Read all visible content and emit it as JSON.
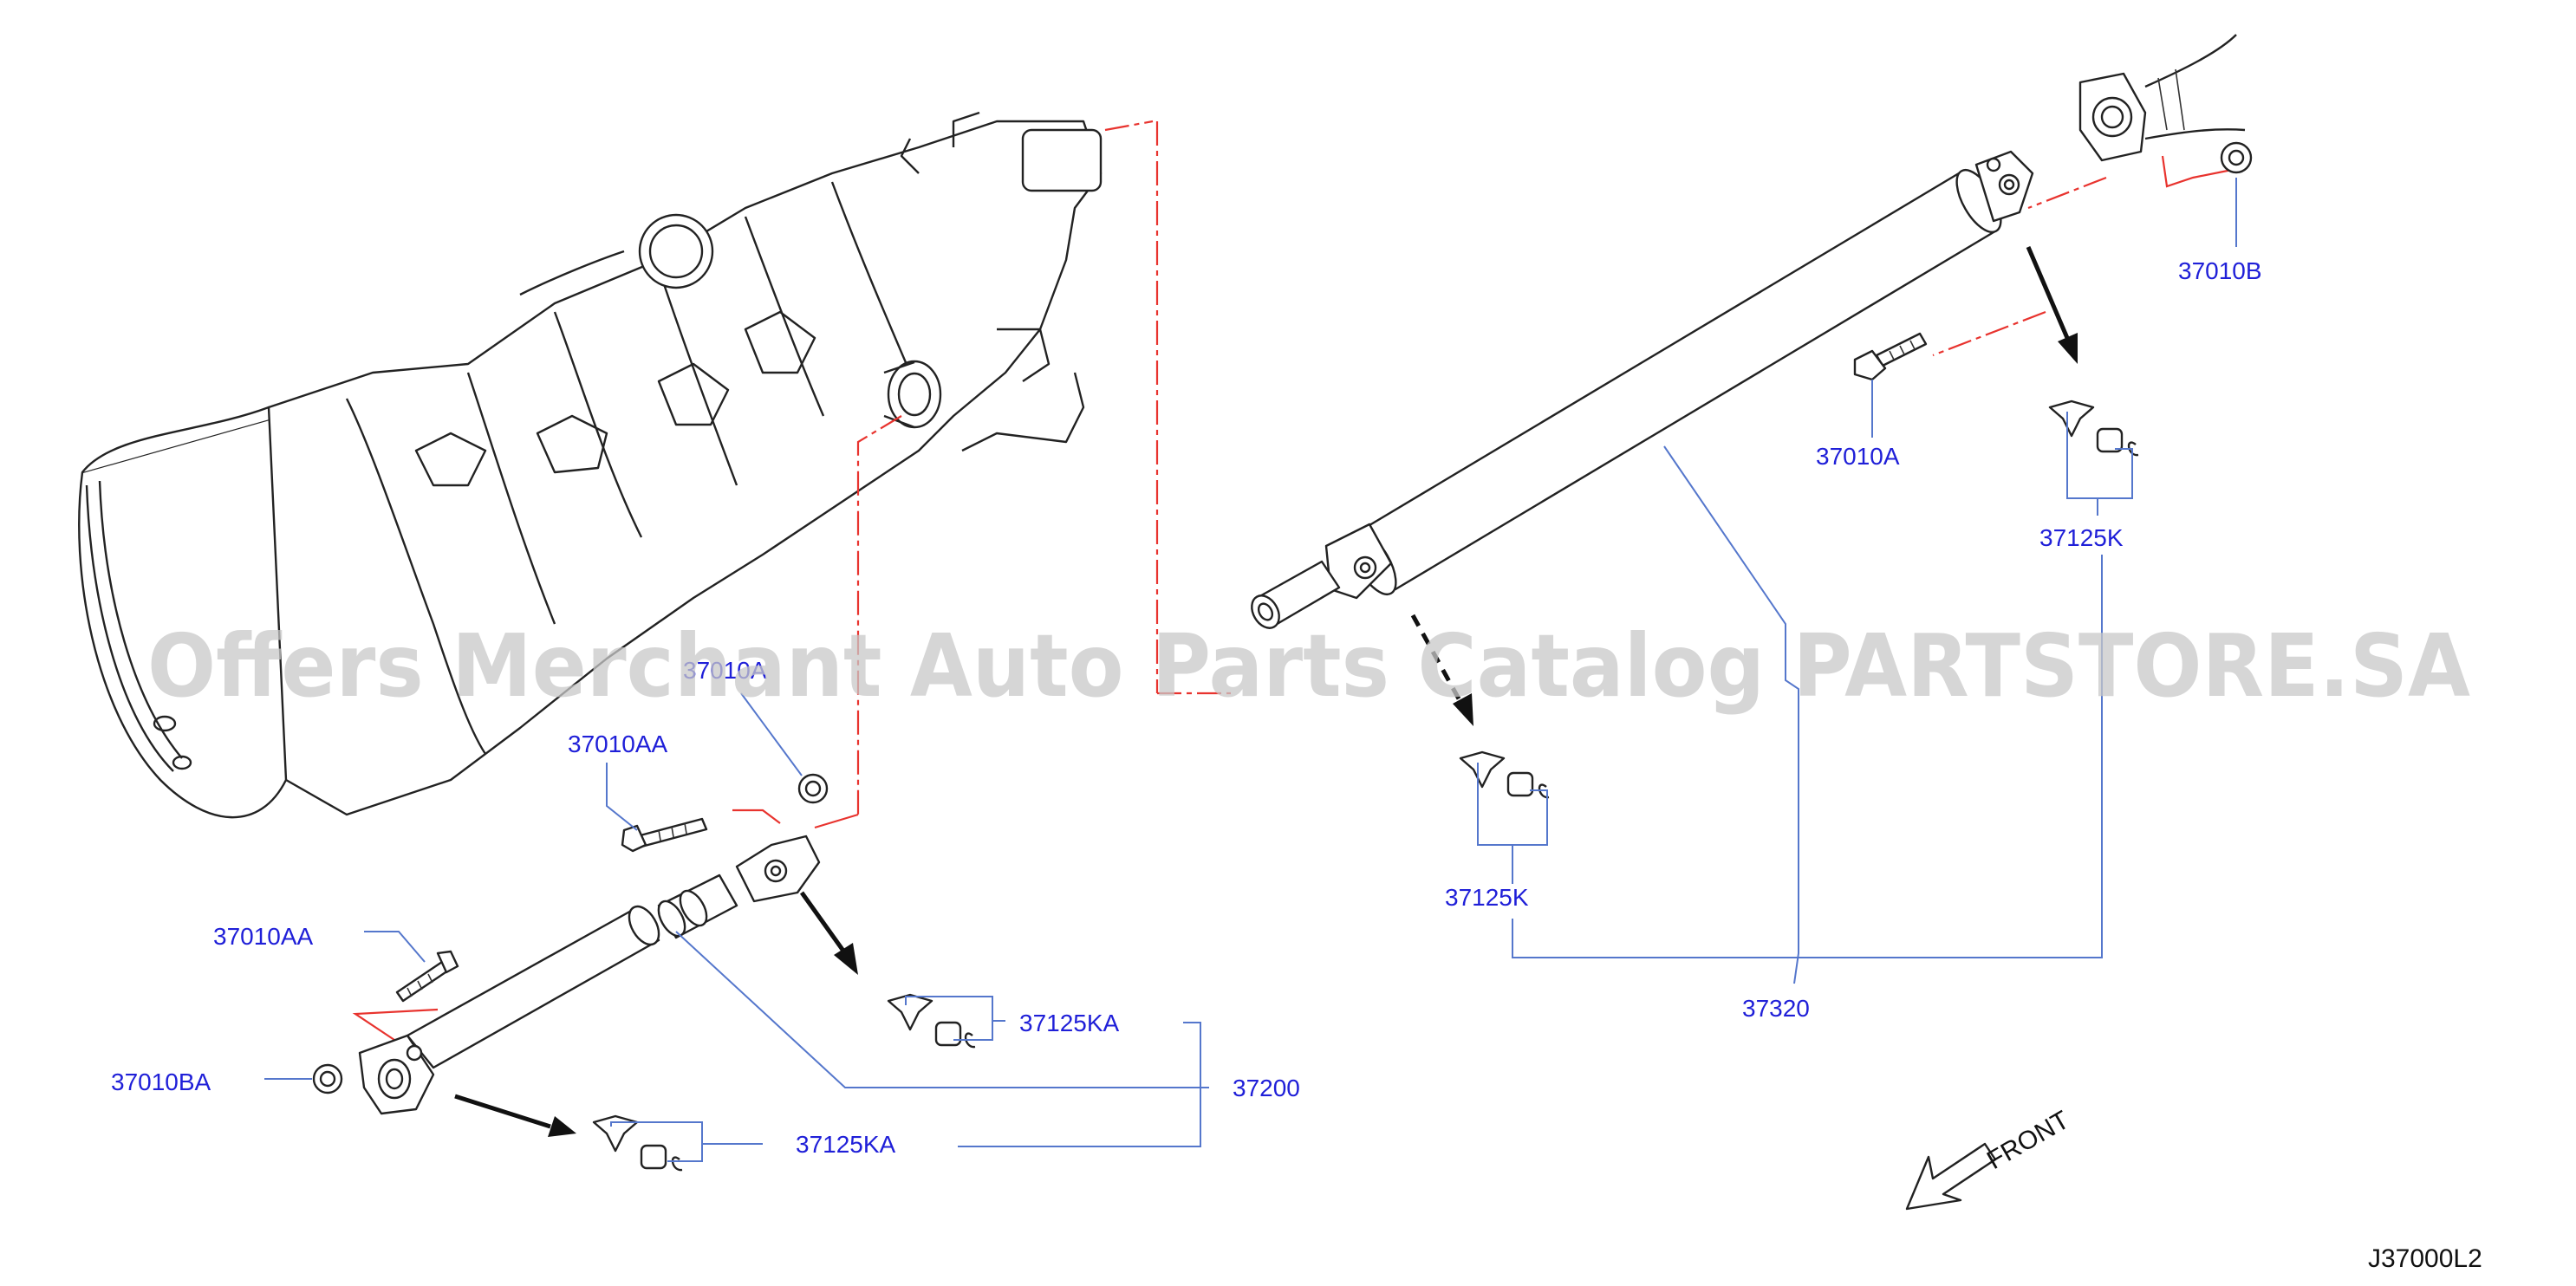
{
  "labels": {
    "l_37010a_top": "37010A",
    "l_37010aa_1": "37010AA",
    "l_37010aa_2": "37010AA",
    "l_37010ba": "37010BA",
    "l_37125ka_1": "37125KA",
    "l_37125ka_2": "37125KA",
    "l_37200": "37200",
    "l_37125k_mid": "37125K",
    "l_37320": "37320",
    "l_37010a": "37010A",
    "l_37125k_right": "37125K",
    "l_37010b": "37010B"
  },
  "front_label": "FRONT",
  "diagram_code": "J37000L2",
  "watermark": "Offers Merchant Auto Parts Catalog PARTSTORE.SA",
  "colors": {
    "callout_text": "#1f1fd8",
    "leader_line": "#5577cc",
    "alignment_line": "#e8332e",
    "drawing_ink": "#222222",
    "watermark": "#c8c8c8"
  },
  "icons": [
    "transmission-drawing",
    "propeller-shaft-front",
    "propeller-shaft-rear",
    "spider-kit-icon",
    "bolt-icon",
    "nut-icon",
    "front-arrow-icon"
  ]
}
